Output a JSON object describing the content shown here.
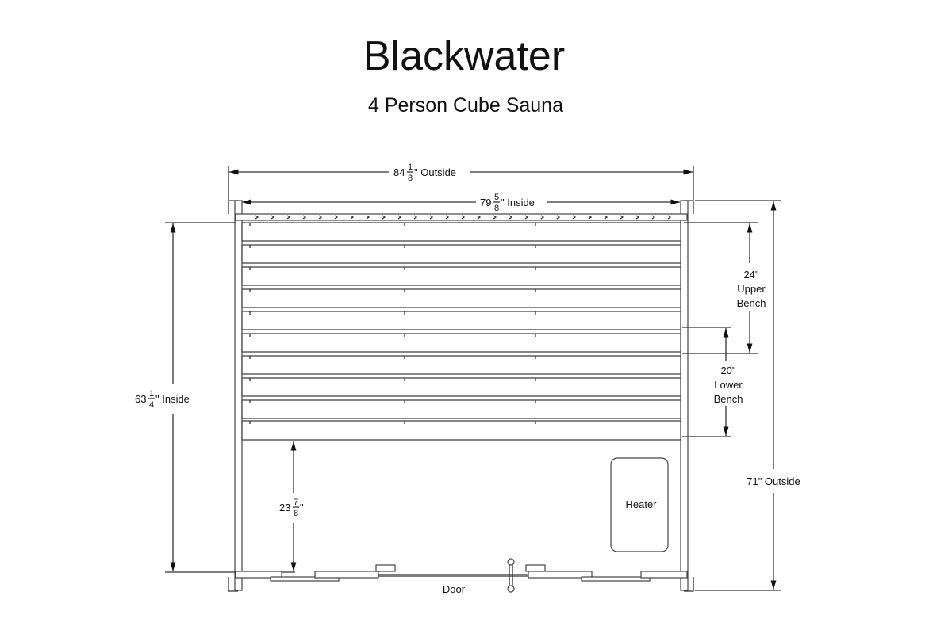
{
  "title": "Blackwater",
  "subtitle": "4 Person Cube Sauna",
  "dimensions": {
    "outside_width": {
      "whole": "84",
      "num": "1",
      "den": "8",
      "suffix": "\" Outside"
    },
    "inside_width": {
      "whole": "79",
      "num": "5",
      "den": "8",
      "suffix": "\" Inside"
    },
    "inside_depth": {
      "whole": "63",
      "num": "1",
      "den": "4",
      "suffix": "\" Inside"
    },
    "outside_depth": "71\" Outside",
    "clearance": {
      "whole": "23",
      "num": "7",
      "den": "8",
      "suffix": "\""
    },
    "upper_bench": [
      "24\"",
      "Upper",
      "Bench"
    ],
    "lower_bench": [
      "20\"",
      "Lower",
      "Bench"
    ]
  },
  "labels": {
    "heater": "Heater",
    "door": "Door"
  },
  "colors": {
    "line": "#333333",
    "background": "#ffffff"
  }
}
